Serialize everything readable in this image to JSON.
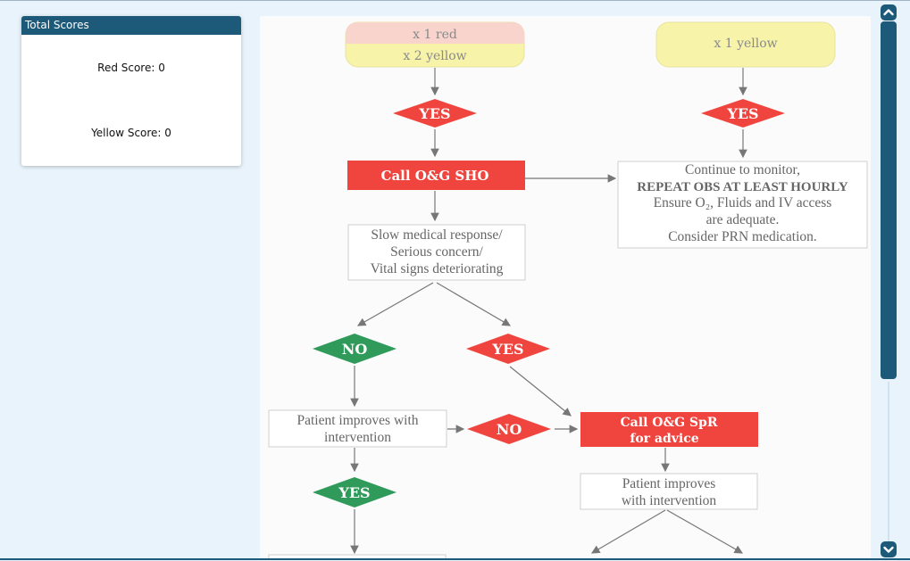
{
  "scores": {
    "header": "Total Scores",
    "red_label": "Red Score: 0",
    "yellow_label": "Yellow Score: 0"
  },
  "flowchart": {
    "trigger_red_line": "x 1 red",
    "trigger_yellow_line": "x 2 yellow",
    "trigger_single_yellow": "x 1 yellow",
    "yes_1": "YES",
    "yes_2": "YES",
    "call_sho": "Call O&G SHO",
    "monitor_line1": "Continue to monitor,",
    "monitor_line2": "REPEAT OBS AT LEAST HOURLY",
    "monitor_line3": "Ensure O₂, Fluids and IV access",
    "monitor_line4": "are adequate.",
    "monitor_line5": "Consider PRN medication.",
    "concern_line1": "Slow medical response/",
    "concern_line2": "Serious concern/",
    "concern_line3": "Vital signs deteriorating",
    "no_green": "NO",
    "yes_red_mid": "YES",
    "improves_1_line1": "Patient improves with",
    "improves_1_line2": "intervention",
    "no_red": "NO",
    "call_spr_line1": "Call O&G SpR",
    "call_spr_line2": "for advice",
    "yes_green": "YES",
    "improves_2_line1": "Patient improves",
    "improves_2_line2": "with intervention"
  },
  "colors": {
    "accent": "#1d5a7a",
    "red": "#f0453f",
    "green": "#2f9a5a",
    "pale_red": "#f8d4cc",
    "pale_yellow": "#f7f3a8"
  }
}
